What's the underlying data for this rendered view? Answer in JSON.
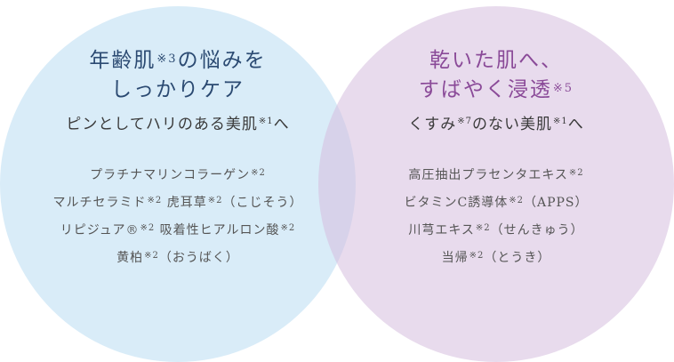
{
  "left": {
    "heading_line1": "年齢肌",
    "heading_sup": "※3",
    "heading_line1_end": "の悩みを",
    "heading_line2": "しっかりケア",
    "sub": "ピンとしてハリのある美肌",
    "sub_sup": "※1",
    "sub_end": "へ",
    "items": [
      {
        "a": "プラチナマリンコラーゲン",
        "s1": "※2",
        "b": "",
        "s2": "",
        "c": ""
      },
      {
        "a": "マルチセラミド",
        "s1": "※2",
        "b": " 虎耳草",
        "s2": "※2",
        "c": "（こじそう）"
      },
      {
        "a": "リピジュア®",
        "s1": "※2",
        "b": " 吸着性ヒアルロン酸",
        "s2": "※2",
        "c": ""
      },
      {
        "a": "黄柏",
        "s1": "※2",
        "b": "（おうばく）",
        "s2": "",
        "c": ""
      }
    ]
  },
  "right": {
    "heading_line1": "乾いた肌へ、",
    "heading_line2": "すばやく浸透",
    "heading_sup": "※5",
    "sub_a": "くすみ",
    "sub_sup1": "※7",
    "sub_b": "のない美肌",
    "sub_sup2": "※1",
    "sub_c": "へ",
    "items": [
      {
        "a": "高圧抽出プラセンタエキス",
        "s1": "※2",
        "b": ""
      },
      {
        "a": "ビタミンC誘導体",
        "s1": "※2",
        "b": "（APPS）"
      },
      {
        "a": "川芎エキス",
        "s1": "※2",
        "b": "（せんきゅう）"
      },
      {
        "a": "当帰",
        "s1": "※2",
        "b": "（とうき）"
      }
    ]
  },
  "colors": {
    "left_circle": "#b9ddf3",
    "right_circle": "#d6bede",
    "left_heading": "#2b4a72",
    "right_heading": "#8a4a98"
  }
}
